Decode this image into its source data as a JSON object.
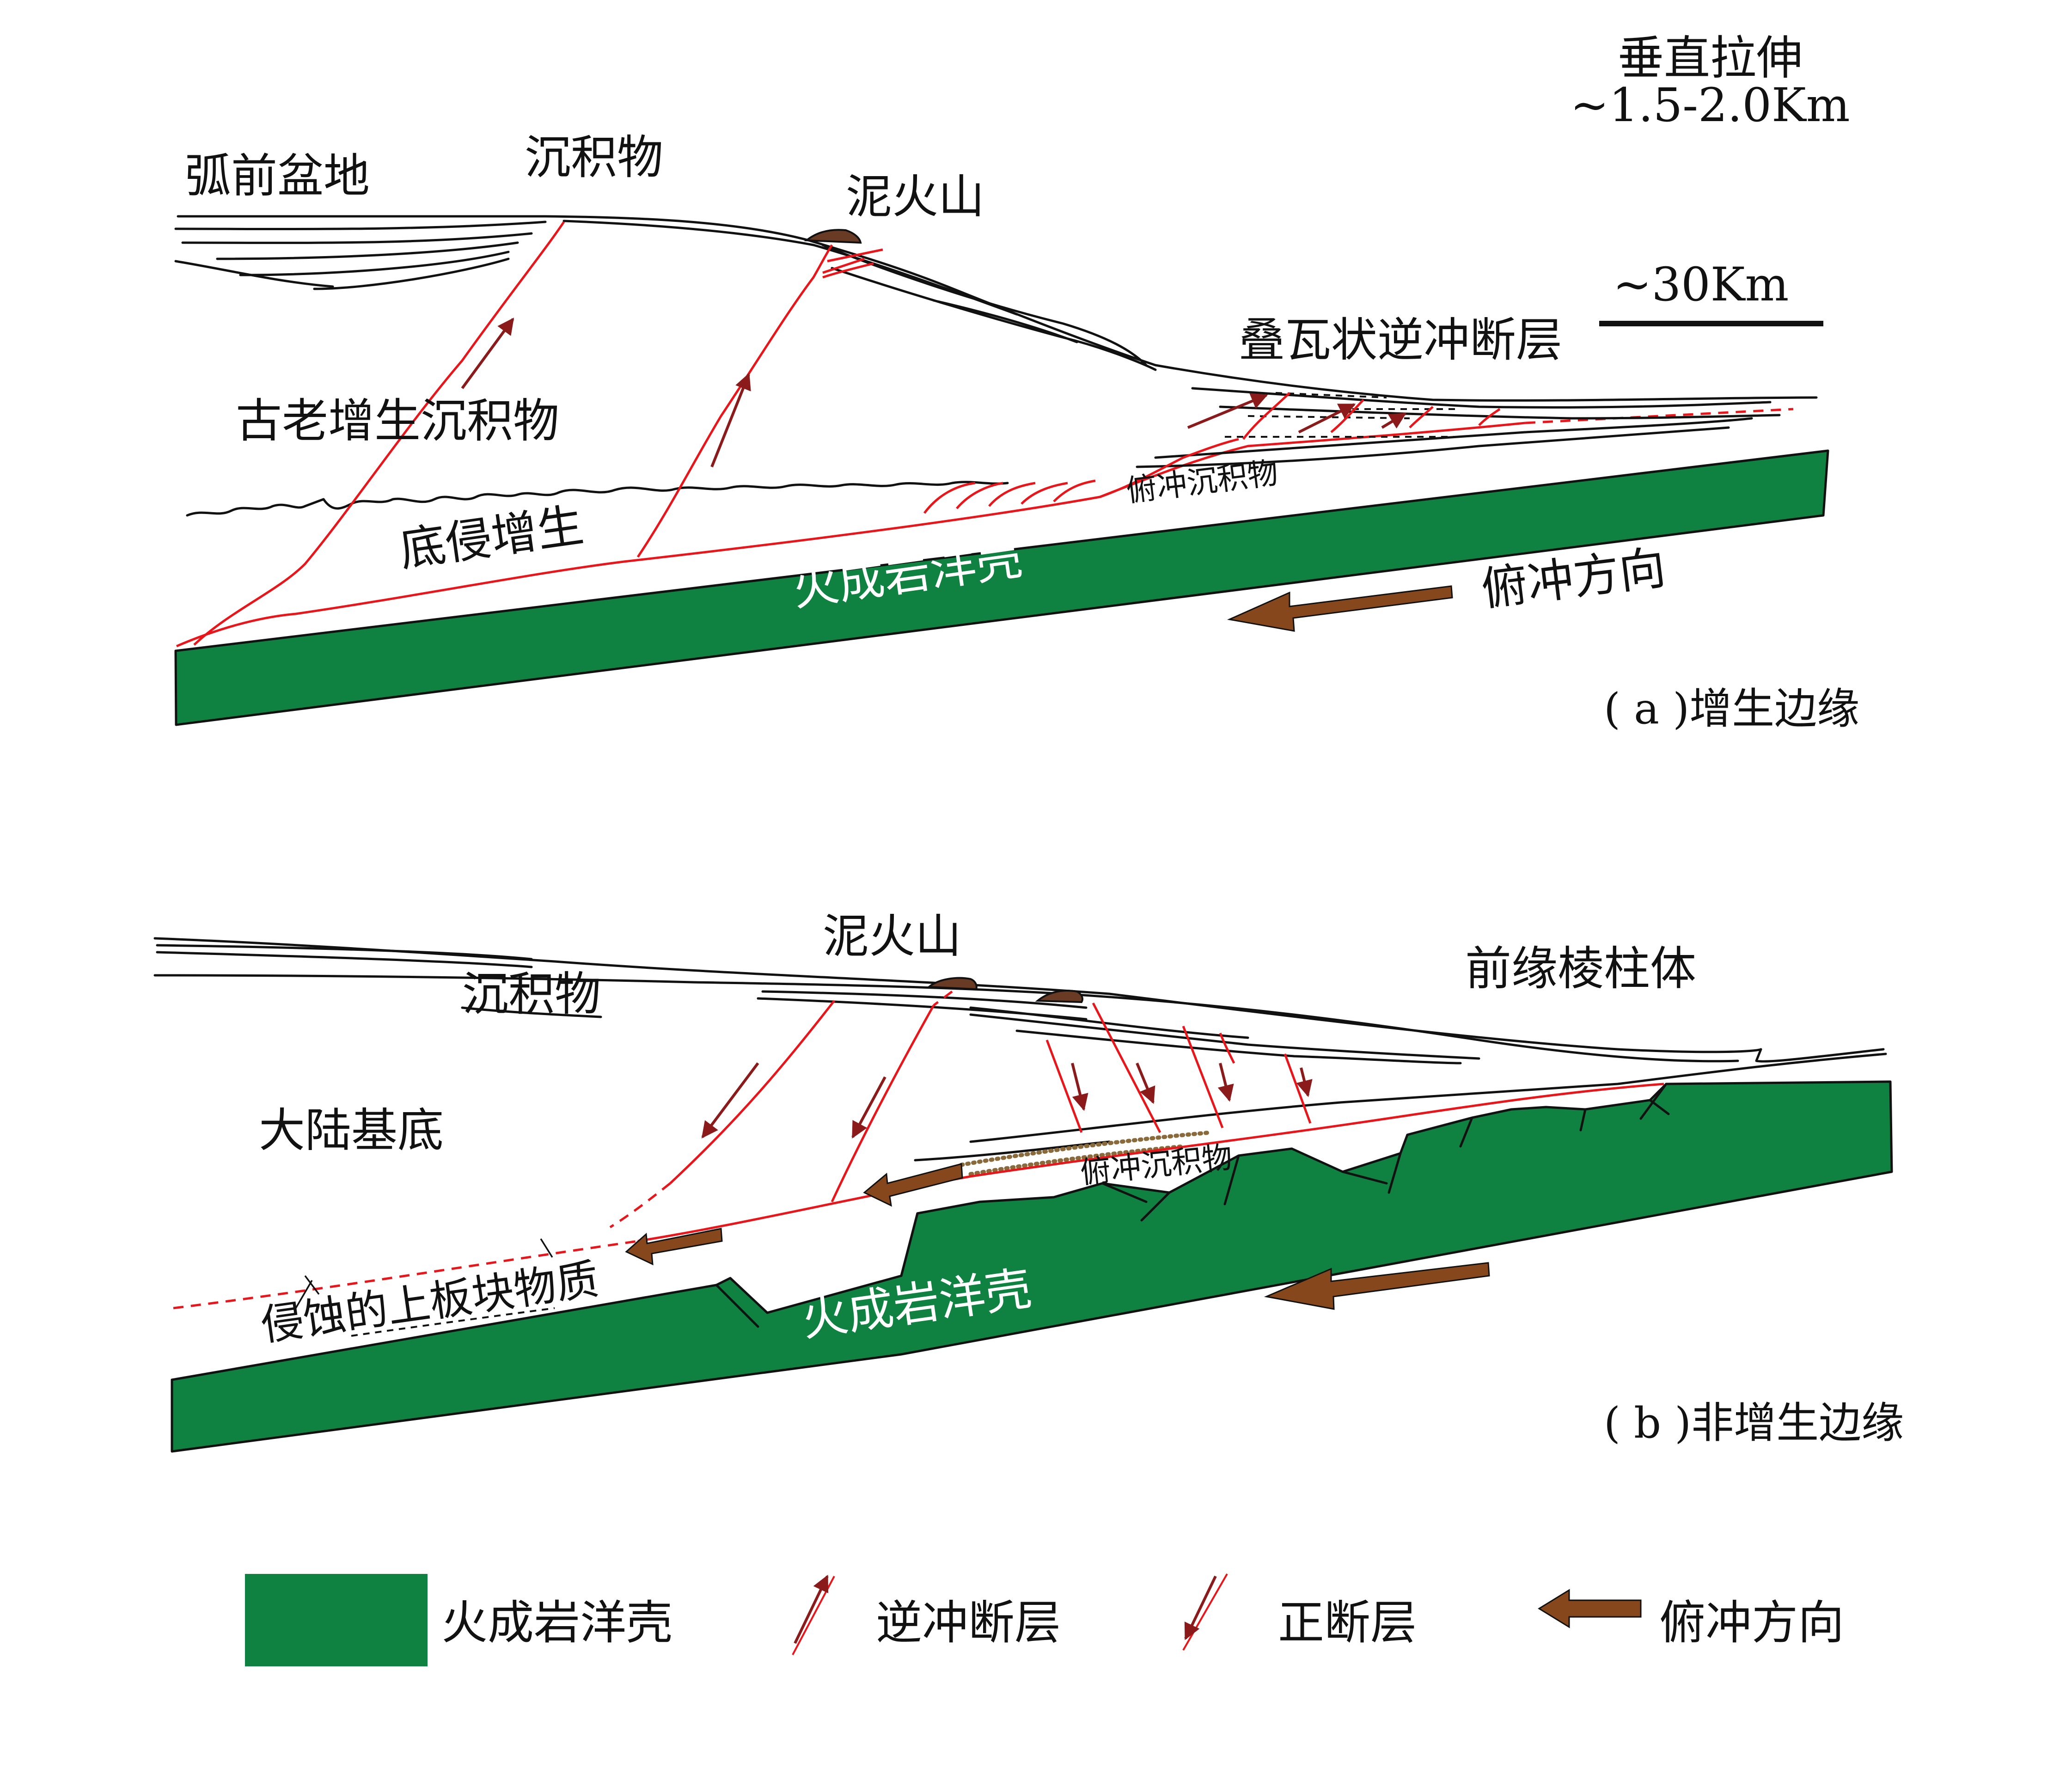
{
  "colors": {
    "crust": "#0f8141",
    "fault": "#e8161b",
    "fault_arrow": "#8b1a1a",
    "subduction_arrow": "#86471d",
    "mud": "#6a3b24",
    "line": "#111111"
  },
  "panel_a": {
    "title": "( a )增生边缘",
    "scale_vertical_line1": "垂直拉伸",
    "scale_vertical_line2": "~1.5-2.0Km",
    "scale_bar": "~30Km",
    "forearc_basin": "弧前盆地",
    "sediment": "沉积物",
    "mud_volcano": "泥火山",
    "imbricate_thrusts": "叠瓦状逆冲断层",
    "old_accretionary_sediments": "古老增生沉积物",
    "subducted_sediments": "俯冲沉积物",
    "underplating": "底侵增生",
    "oceanic_crust": "火成岩洋壳",
    "subduction_direction": "俯冲方向"
  },
  "panel_b": {
    "title": "( b )非增生边缘",
    "mud_volcano": "泥火山",
    "frontal_prism": "前缘棱柱体",
    "sediment": "沉积物",
    "continental_basement": "大陆基底",
    "subducted_sediments": "俯冲沉积物",
    "eroded_material": "侵蚀的上板块物质",
    "oceanic_crust": "火成岩洋壳"
  },
  "legend": {
    "crust": "火成岩洋壳",
    "thrust_fault": "逆冲断层",
    "normal_fault": "正断层",
    "subduction_direction": "俯冲方向"
  }
}
